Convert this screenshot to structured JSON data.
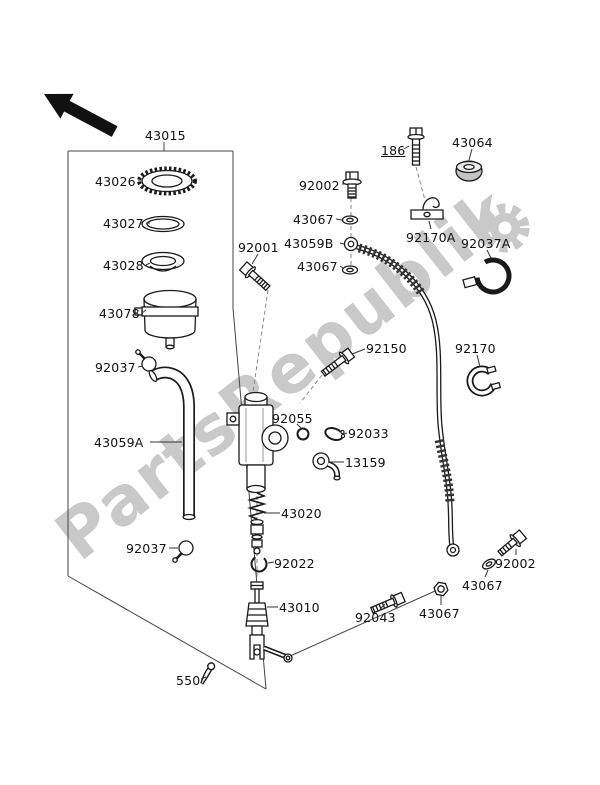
{
  "watermark": {
    "text": "PartsRepublik"
  },
  "icons": {
    "direction_arrow": "arrow-up-left",
    "watermark_gear": "gear"
  },
  "labels": [
    "43015",
    "43026",
    "43027",
    "43028",
    "43078",
    "92037",
    "43059A",
    "92001",
    "92002",
    "43067",
    "43059B",
    "43067",
    "186",
    "43064",
    "92170A",
    "92037A",
    "92150",
    "92170",
    "92055",
    "92033",
    "13159",
    "43020",
    "92022",
    "92037",
    "43010",
    "92043",
    "43067",
    "92002",
    "43067",
    "550"
  ]
}
